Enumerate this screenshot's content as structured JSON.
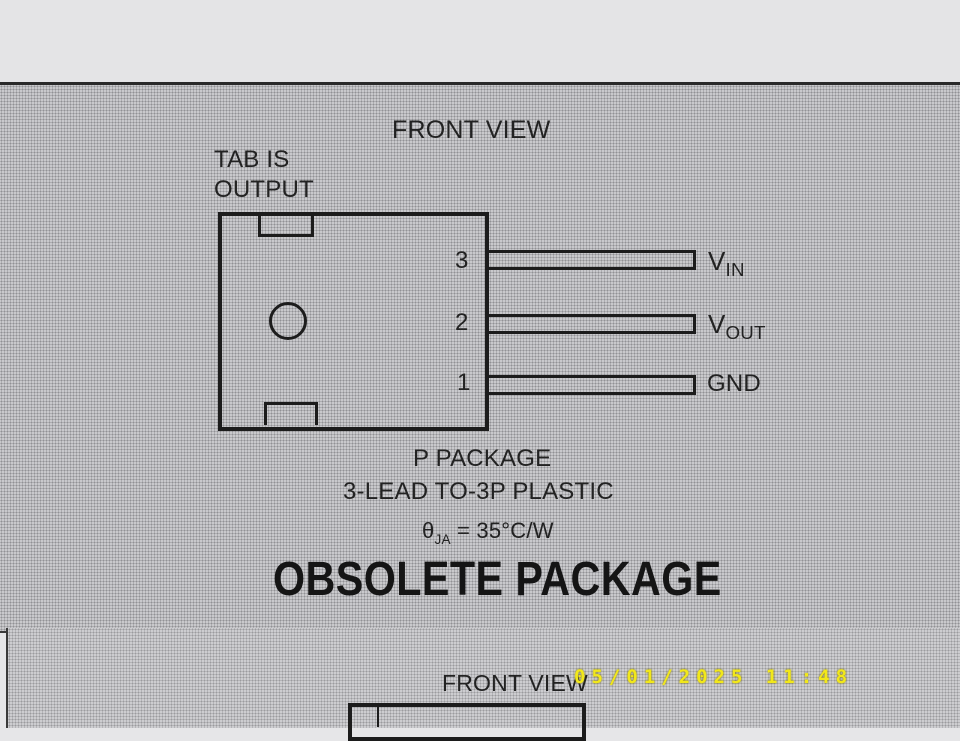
{
  "diagram": {
    "title": "FRONT VIEW",
    "tab_note_line1": "TAB IS",
    "tab_note_line2": "OUTPUT",
    "pins": [
      {
        "number": "3",
        "label": "V",
        "label_sub": "IN"
      },
      {
        "number": "2",
        "label": "V",
        "label_sub": "OUT"
      },
      {
        "number": "1",
        "label": "GND",
        "label_sub": ""
      }
    ],
    "package_name": "P PACKAGE",
    "package_desc": "3-LEAD TO-3P PLASTIC",
    "thermal_symbol": "θ",
    "thermal_sub": "JA",
    "thermal_value": " = 35°C/W",
    "obsolete_label": "OBSOLETE PACKAGE"
  },
  "lower_diagram": {
    "title": "FRONT VIEW"
  },
  "camera_timestamp": "05/01/2025 11:48",
  "colors": {
    "panel": "#c9c9cc",
    "ink": "#1c1c1c",
    "timestamp": "#f2e81a"
  }
}
